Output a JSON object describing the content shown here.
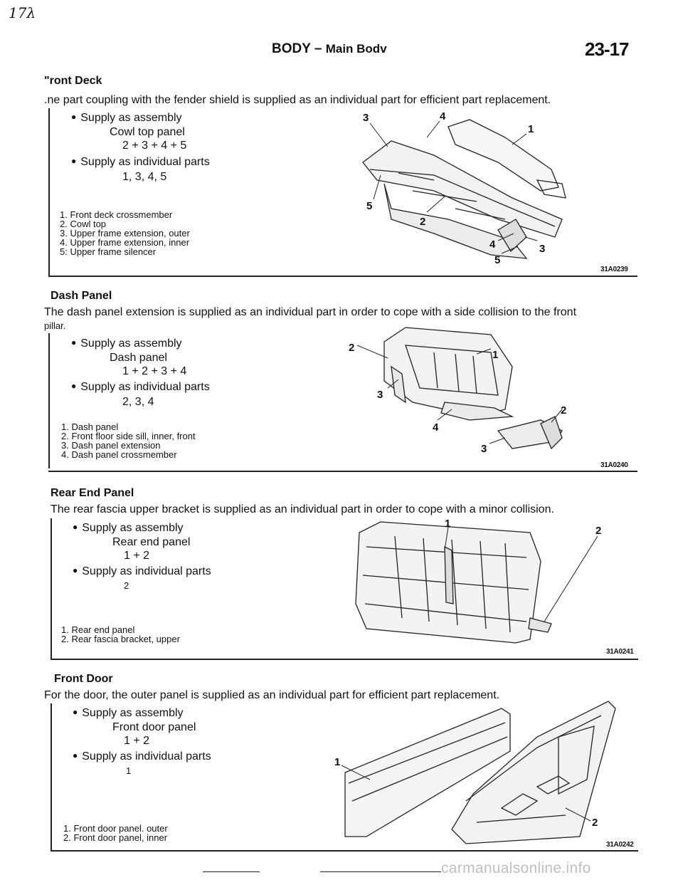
{
  "margin_note": "17λ",
  "header": {
    "title_bold": "BODY",
    "dash": "–",
    "title_rest": "Main Bodv",
    "page_number": "23-17"
  },
  "sections": {
    "front_deck": {
      "title": "\"ront Deck",
      "text": ".ne part coupling with the fender shield is supplied as an individual part for efficient part replacement.",
      "bullet1": "Supply as assembly",
      "assembly_name": "Cowl top panel",
      "assembly_parts": "2 + 3 + 4 + 5",
      "bullet2": "Supply as individual parts",
      "individual_parts": "1, 3, 4, 5",
      "legend": [
        "1. Front deck crossmember",
        "2. Cowl top",
        "3. Upper frame extension, outer",
        "4. Upper frame extension, inner",
        "5: Upper frame silencer"
      ],
      "callouts": [
        "3",
        "4",
        "1",
        "5",
        "2",
        "4",
        "5",
        "3"
      ],
      "fig_code": "31A0239"
    },
    "dash_panel": {
      "title": "Dash Panel",
      "text_line1": "The dash panel extension is supplied as an individual part in order to cope with a side collision to the front",
      "text_line2": "pillar.",
      "bullet1": "Supply as assembly",
      "assembly_name": "Dash panel",
      "assembly_parts": "1 + 2 + 3 + 4",
      "bullet2": "Supply as individual parts",
      "individual_parts": "2, 3, 4",
      "legend": [
        "1. Dash panel",
        "2. Front floor side sill, inner, front",
        "3. Dash panel extension",
        "4. Dash panel crossmember"
      ],
      "callouts": [
        "2",
        "1",
        "3",
        "2",
        "4",
        "3"
      ],
      "fig_code": "31A0240"
    },
    "rear_end_panel": {
      "title": "Rear End Panel",
      "text": "The rear fascia upper bracket is supplied as an individual part in order to cope with a minor collision.",
      "bullet1": "Supply as assembly",
      "assembly_name": "Rear end panel",
      "assembly_parts": "1 + 2",
      "bullet2": "Supply as individual parts",
      "individual_parts": "2",
      "legend": [
        "1. Rear end panel",
        "2. Rear fascia bracket, upper"
      ],
      "callouts": [
        "1",
        "2"
      ],
      "fig_code": "31A0241"
    },
    "front_door": {
      "title": "Front Door",
      "text": "For the door, the outer panel is supplied as an individual part for efficient part replacement.",
      "bullet1": "Supply as assembly",
      "assembly_name": "Front door panel",
      "assembly_parts": "1 + 2",
      "bullet2": "Supply as individual parts",
      "individual_parts": "1",
      "legend": [
        "1. Front door panel. outer",
        "2. Front door panel, inner"
      ],
      "callouts": [
        "1",
        "2"
      ],
      "fig_code": "31A0242"
    }
  },
  "watermark": "carmanualsonline.info"
}
